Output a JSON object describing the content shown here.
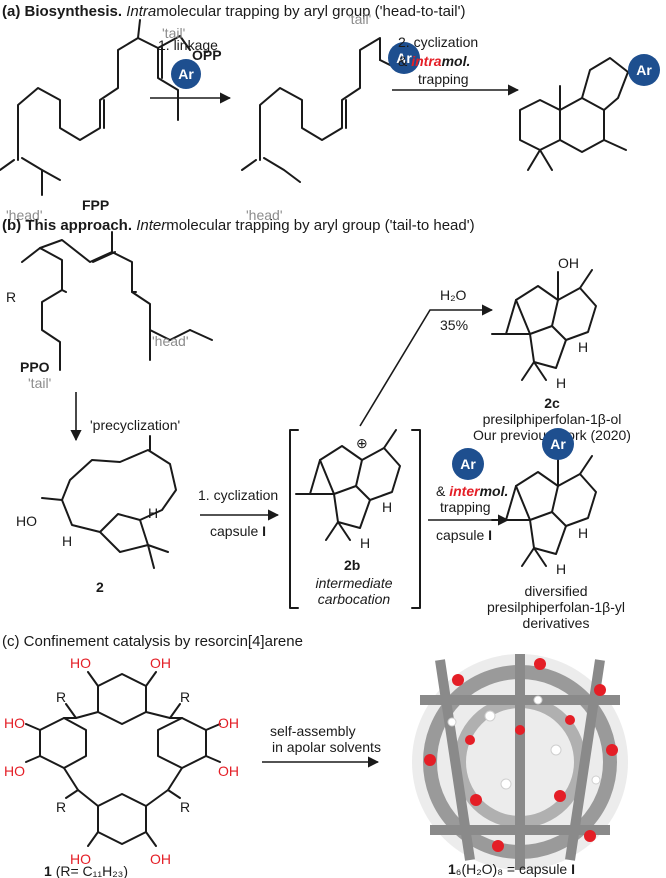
{
  "colors": {
    "badge": "#1e4f8f",
    "accent_red": "#e41e26",
    "label_gray": "#8c8c8c"
  },
  "panel_a": {
    "letter": "(a)",
    "title": "Biosynthesis.",
    "desc_pre": "Intra",
    "desc_rest": "molecular trapping by aryl group ('head-to-tail')",
    "tail": "'tail'",
    "head": "'head'",
    "opp": "OPP",
    "fpp": "FPP",
    "step1": "1. linkage",
    "step2a": "2. cyclization",
    "step2b_amp": "&",
    "step2b_red": "intra",
    "step2b_bold": "mol.",
    "step2c": "trapping",
    "ar": "Ar"
  },
  "panel_b": {
    "letter": "(b)",
    "title": "This approach",
    "desc_pre": "Inter",
    "desc_rest": "molecular trapping by aryl group ('tail-to head')",
    "r": "R",
    "ppo": "PPO",
    "tail": "'tail'",
    "head": "'head'",
    "precyc": "'precyclization'",
    "ho": "HO",
    "h": "H",
    "oh": "OH",
    "cpd2": "2",
    "cpd2b": "2b",
    "cpd2c": "2c",
    "water": "H₂O",
    "yield": "35%",
    "c2c_name": "presilphiperfolan-1β-ol",
    "c2c_note": "Our previous work (2020)",
    "int_a": "intermediate",
    "int_b": "carbocation",
    "cyc": "1. cyclization",
    "capsule": "capsule",
    "capsule_id": "I",
    "inter_amp": "&",
    "inter_red": "inter",
    "inter_bold": "mol.",
    "trapping": "trapping",
    "div1": "diversified",
    "div2": "presilphiperfolan-1β-yl",
    "div3": "derivatives",
    "plus": "⊕",
    "ar": "Ar"
  },
  "panel_c": {
    "title": "(c) Confinement catalysis by resorcin[4]arene",
    "ho": "HO",
    "oh": "OH",
    "r": "R",
    "cpd1": "1",
    "cpd1_r": "(R= C₁₁H₂₃)",
    "arrow1": "self-assembly",
    "arrow2": "in apolar solvents",
    "caption_num": "1",
    "caption_rest": "₆(H₂O)₈ = capsule",
    "caption_id": "I"
  }
}
